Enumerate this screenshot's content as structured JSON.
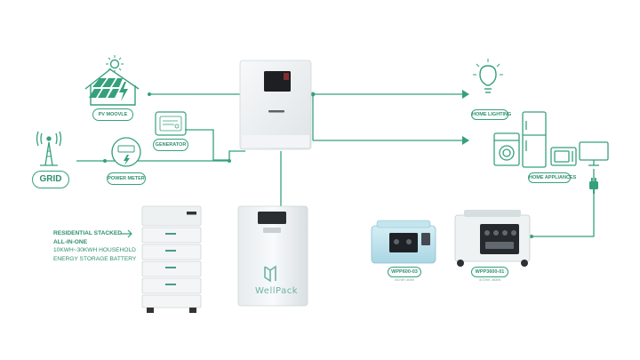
{
  "labels": {
    "pv": "PV MOOVLE",
    "generator": "GENERATOR",
    "grid": "GRID",
    "power_meter": "POWER METER",
    "home_lighting": "HOME LIGHTING",
    "home_appliances": "HOME APPLIANCES",
    "battery_brand": "WellPack",
    "residential_line1": "RESIDENTIAL STACKED",
    "residential_line2": "ALL-IN-ONE",
    "residential_line3": "10KWH~30KWH HOUSEHOLD",
    "residential_line4": "ENERGY STORAGE BATTERY",
    "wpp600": "WPP600-03",
    "wpp600_sub": "600 WH, 600W",
    "wpp3600": "WPP3600-01",
    "wpp3600_sub": "3072WH, 3600W"
  },
  "colors": {
    "line": "#35a07c",
    "text": "#2f8f6e",
    "device_panel": "#eef1f2",
    "portable_blue": "#bfe3ee"
  },
  "icons": [
    "solar-house-icon",
    "generator-icon",
    "grid-tower-icon",
    "power-meter-icon",
    "light-bulb-icon",
    "home-appliances-icon",
    "plug-icon",
    "arrow-right-icon"
  ]
}
